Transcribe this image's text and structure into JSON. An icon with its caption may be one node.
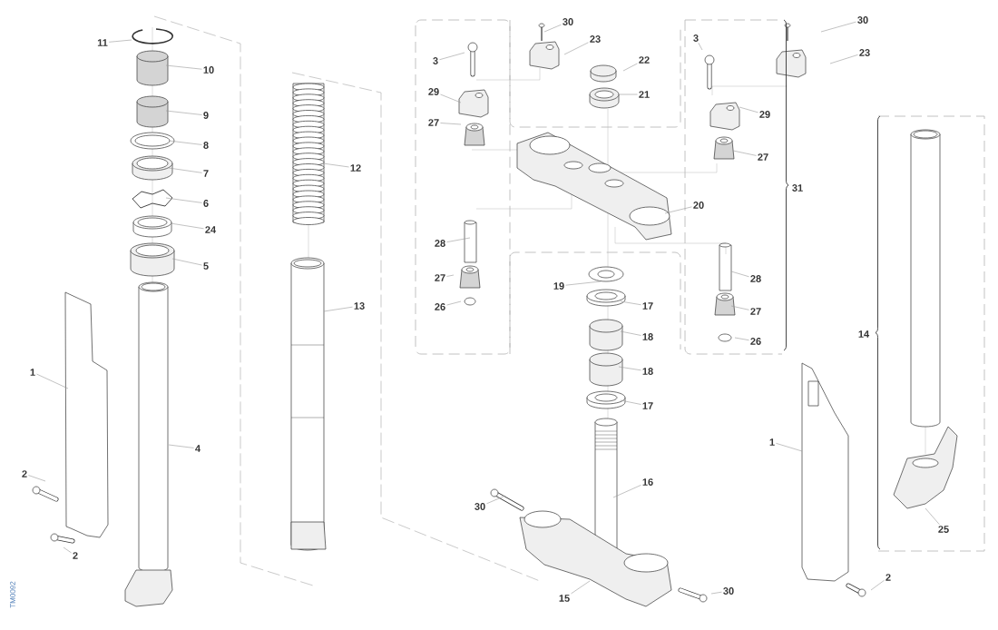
{
  "diagram": {
    "nodes": [
      {
        "text": [
          "11"
        ]
      },
      {
        "text": [
          "10"
        ]
      },
      {
        "text": [
          "9"
        ]
      },
      {
        "text": [
          "8"
        ]
      },
      {
        "text": [
          "7"
        ]
      },
      {
        "text": [
          "6"
        ]
      },
      {
        "text": [
          "24"
        ]
      },
      {
        "text": [
          "5"
        ]
      },
      {
        "text": [
          "1"
        ]
      },
      {
        "text": [
          "4"
        ]
      },
      {
        "text": [
          "2"
        ]
      },
      {
        "text": [
          "2"
        ]
      },
      {
        "text": [
          "12"
        ]
      },
      {
        "text": [
          "13"
        ]
      },
      {
        "text": [
          "3"
        ]
      },
      {
        "text": [
          "30"
        ]
      },
      {
        "text": [
          "23"
        ]
      },
      {
        "text": [
          "22"
        ]
      },
      {
        "text": [
          "21"
        ]
      },
      {
        "text": [
          "29"
        ]
      },
      {
        "text": [
          "27"
        ]
      },
      {
        "text": [
          "20"
        ]
      },
      {
        "text": [
          "28"
        ]
      },
      {
        "text": [
          "27"
        ]
      },
      {
        "text": [
          "26"
        ]
      },
      {
        "text": [
          "19"
        ]
      },
      {
        "text": [
          "17"
        ]
      },
      {
        "text": [
          "18"
        ]
      },
      {
        "text": [
          "18"
        ]
      },
      {
        "text": [
          "17"
        ]
      },
      {
        "text": [
          "16"
        ]
      },
      {
        "text": [
          "30"
        ]
      },
      {
        "text": [
          "15"
        ]
      },
      {
        "text": [
          "30"
        ]
      },
      {
        "text": [
          "3"
        ]
      },
      {
        "text": [
          "30"
        ]
      },
      {
        "text": [
          "23"
        ]
      },
      {
        "text": [
          "29"
        ]
      },
      {
        "text": [
          "27"
        ]
      },
      {
        "text": [
          "28"
        ]
      },
      {
        "text": [
          "27"
        ]
      },
      {
        "text": [
          "26"
        ]
      },
      {
        "text": [
          "1"
        ]
      },
      {
        "text": [
          "25"
        ]
      },
      {
        "text": [
          "2"
        ]
      }
    ],
    "edges": [
      {
        "from": 0,
        "to": null,
        "arrow": "none"
      },
      {
        "from": 1,
        "to": null,
        "arrow": "none"
      },
      {
        "from": 2,
        "to": null,
        "arrow": "none"
      },
      {
        "from": 3,
        "to": null,
        "arrow": "none"
      },
      {
        "from": 4,
        "to": null,
        "arrow": "none"
      },
      {
        "from": 5,
        "to": null,
        "arrow": "none"
      },
      {
        "from": 6,
        "to": null,
        "arrow": "none"
      },
      {
        "from": 7,
        "to": null,
        "arrow": "none"
      },
      {
        "from": 8,
        "to": null,
        "arrow": "none"
      },
      {
        "from": 9,
        "to": null,
        "arrow": "none"
      },
      {
        "from": 10,
        "to": null,
        "arrow": "none"
      },
      {
        "from": 11,
        "to": null,
        "arrow": "none"
      },
      {
        "from": 12,
        "to": null,
        "arrow": "none"
      },
      {
        "from": 13,
        "to": null,
        "arrow": "none"
      },
      {
        "from": 14,
        "to": null,
        "arrow": "none"
      },
      {
        "from": 15,
        "to": null,
        "arrow": "none"
      },
      {
        "from": 16,
        "to": null,
        "arrow": "none"
      },
      {
        "from": 17,
        "to": null,
        "arrow": "none"
      },
      {
        "from": 18,
        "to": null,
        "arrow": "none"
      },
      {
        "from": 19,
        "to": null,
        "arrow": "none"
      },
      {
        "from": 20,
        "to": null,
        "arrow": "none"
      },
      {
        "from": 21,
        "to": null,
        "arrow": "none"
      },
      {
        "from": 22,
        "to": null,
        "arrow": "none"
      },
      {
        "from": 23,
        "to": null,
        "arrow": "none"
      },
      {
        "from": 24,
        "to": null,
        "arrow": "none"
      },
      {
        "from": 25,
        "to": null,
        "arrow": "none"
      },
      {
        "from": 26,
        "to": null,
        "arrow": "none"
      },
      {
        "from": 27,
        "to": null,
        "arrow": "none"
      },
      {
        "from": 28,
        "to": null,
        "arrow": "none"
      },
      {
        "from": 29,
        "to": null,
        "arrow": "none"
      },
      {
        "from": 30,
        "to": null,
        "arrow": "none"
      },
      {
        "from": 31,
        "to": null,
        "arrow": "none"
      },
      {
        "from": 32,
        "to": null,
        "arrow": "none"
      },
      {
        "from": 33,
        "to": null,
        "arrow": "none"
      },
      {
        "from": 34,
        "to": null,
        "arrow": "none"
      },
      {
        "from": 35,
        "to": null,
        "arrow": "none"
      },
      {
        "from": 36,
        "to": null,
        "arrow": "none"
      },
      {
        "from": 37,
        "to": null,
        "arrow": "none"
      },
      {
        "from": 38,
        "to": null,
        "arrow": "none"
      },
      {
        "from": 39,
        "to": null,
        "arrow": "none"
      },
      {
        "from": 40,
        "to": null,
        "arrow": "none"
      },
      {
        "from": 41,
        "to": null,
        "arrow": "none"
      },
      {
        "from": 42,
        "to": null,
        "arrow": "none"
      },
      {
        "from": 43,
        "to": null,
        "arrow": "none"
      },
      {
        "from": 44,
        "to": null,
        "arrow": "none"
      }
    ],
    "labels": [
      "31",
      "14",
      "TM0092"
    ]
  }
}
